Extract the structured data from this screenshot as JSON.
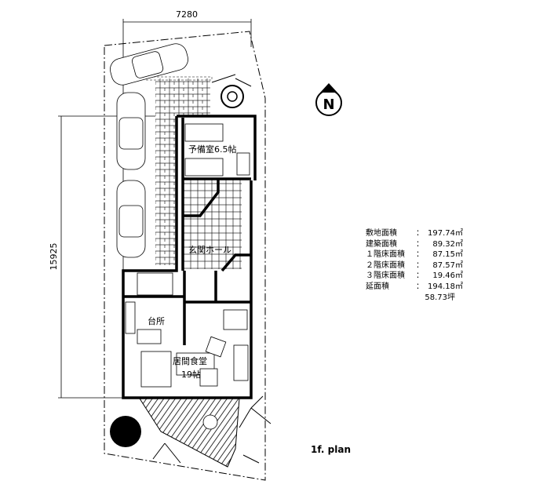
{
  "dimensions": {
    "width_mm": "7280",
    "depth_mm": "15925"
  },
  "rooms": {
    "spare_room": "予備室6.5帖",
    "entrance_hall": "玄関ホール",
    "kitchen": "台所",
    "living_dining": "居間食堂",
    "living_dining_size": "19帖"
  },
  "compass": {
    "label": "N"
  },
  "area_table": [
    {
      "label": "敷地面積",
      "sep": "：",
      "value": "197.74㎡"
    },
    {
      "label": "建築面積",
      "sep": "：",
      "value": "89.32㎡"
    },
    {
      "label": "１階床面積",
      "sep": "：",
      "value": "87.15㎡"
    },
    {
      "label": "２階床面積",
      "sep": "：",
      "value": "87.57㎡"
    },
    {
      "label": "３階床面積",
      "sep": "：",
      "value": "19.46㎡"
    },
    {
      "label": "延面積",
      "sep": "：",
      "value": "194.18㎡"
    },
    {
      "label": "",
      "sep": "",
      "value": "58.73坪"
    }
  ],
  "plan_title": "1f. plan"
}
